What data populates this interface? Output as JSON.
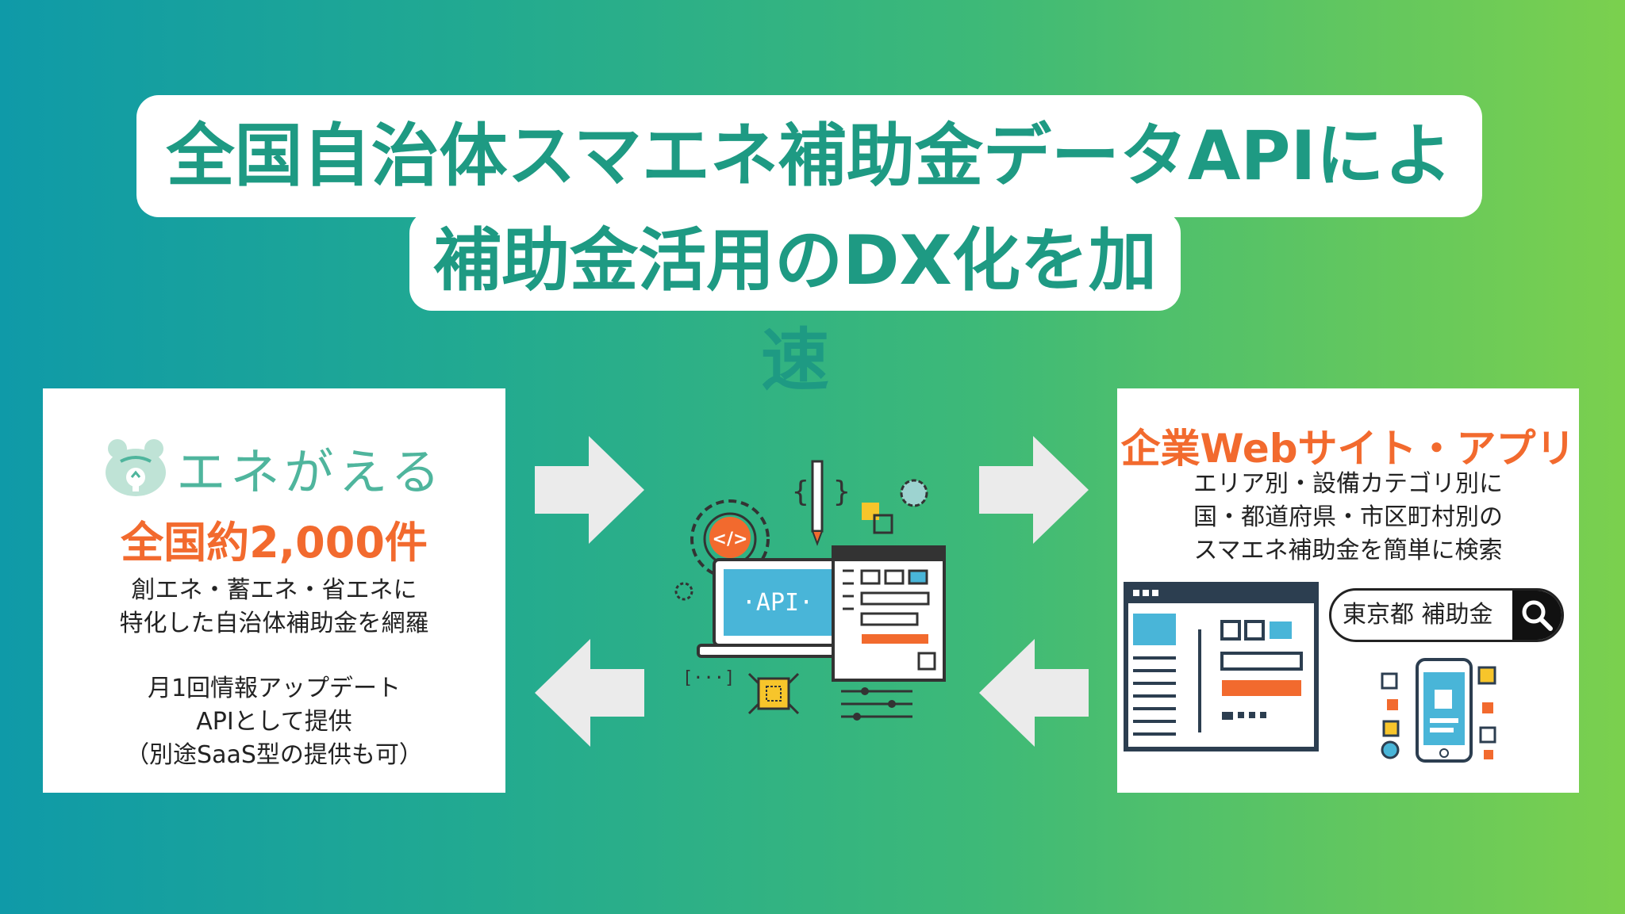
{
  "title": {
    "line1": "全国自治体スマエネ補助金データAPIにより",
    "line2": "補助金活用のDX化を加速"
  },
  "left_panel": {
    "logo_text": "エネがえる",
    "count": "全国約2,000件",
    "desc1_line1": "創エネ・蓄エネ・省エネに",
    "desc1_line2": "特化した自治体補助金を網羅",
    "desc2_line1": "月1回情報アップデート",
    "desc2_line2": "APIとして提供",
    "desc2_line3": "（別途SaaS型の提供も可）"
  },
  "center": {
    "api_label": "·API·",
    "code_label": "</>",
    "brackets_label": "[···]"
  },
  "right_panel": {
    "title": "企業Webサイト・アプリ",
    "desc_line1": "エリア別・設備カテゴリ別に",
    "desc_line2": "国・都道府県・市区町村別の",
    "desc_line3": "スマエネ補助金を簡単に検索",
    "search_value": "東京都  補助金"
  },
  "icons": [
    "frog-logo-icon",
    "arrow-right-icon",
    "arrow-left-icon",
    "laptop-api-icon",
    "gear-icon",
    "pencil-icon",
    "chip-icon",
    "browser-window-icon",
    "search-icon",
    "smartphone-icon"
  ],
  "colors": {
    "accent_orange": "#f26a2e",
    "title_green": "#1e9a83",
    "logo_green": "#4fb59d",
    "arrow_gray": "#ebebeb"
  }
}
